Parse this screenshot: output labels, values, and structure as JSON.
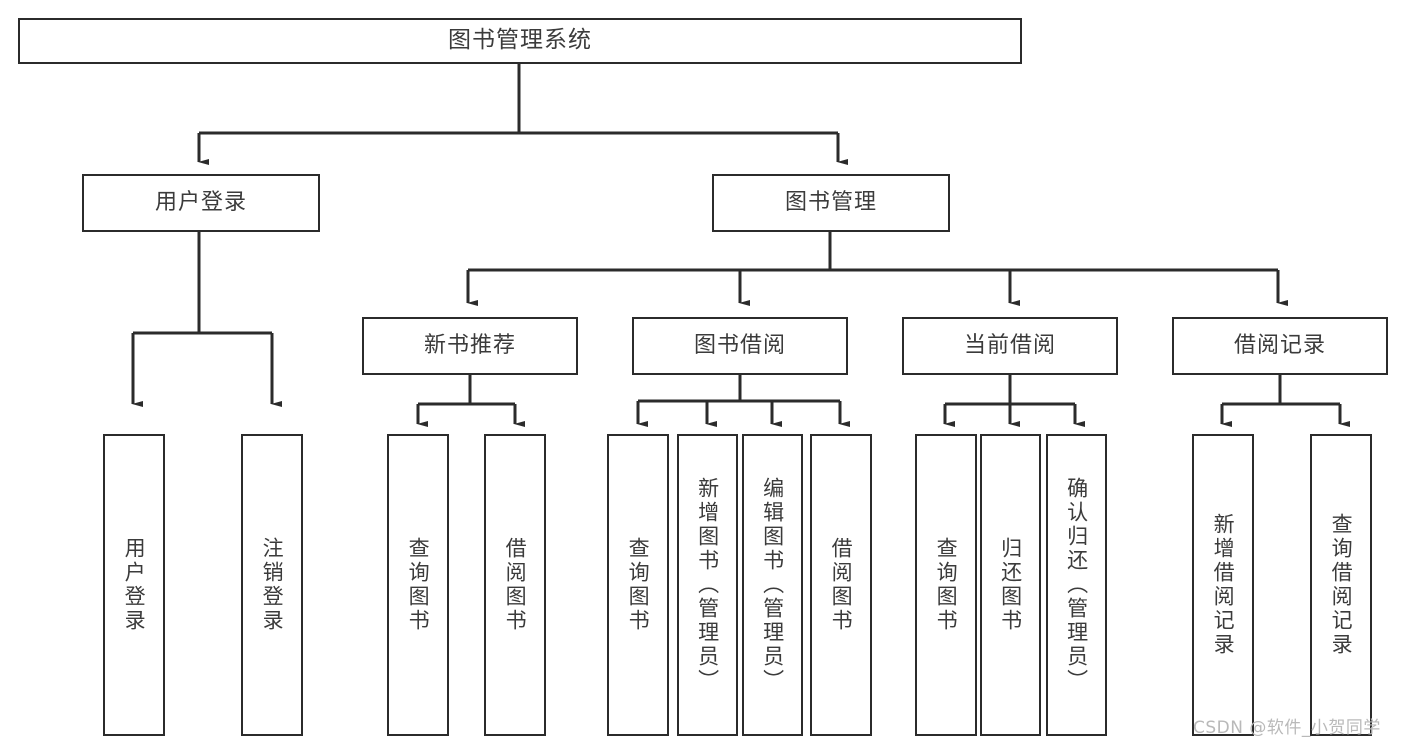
{
  "diagram": {
    "title": "图书管理系统",
    "type": "tree-hierarchy",
    "levels": {
      "root": {
        "label": "图书管理系统"
      },
      "level1": [
        {
          "id": "user-login",
          "label": "用户登录"
        },
        {
          "id": "book-management",
          "label": "图书管理"
        }
      ],
      "level2": [
        {
          "id": "new-book-recommend",
          "label": "新书推荐",
          "parent": "book-management"
        },
        {
          "id": "book-borrow",
          "label": "图书借阅",
          "parent": "book-management"
        },
        {
          "id": "current-borrow",
          "label": "当前借阅",
          "parent": "book-management"
        },
        {
          "id": "borrow-record",
          "label": "借阅记录",
          "parent": "book-management"
        }
      ],
      "leaves": [
        {
          "id": "leaf-user-login",
          "label": "用户登录",
          "parent": "user-login"
        },
        {
          "id": "leaf-logout",
          "label": "注销登录",
          "parent": "user-login"
        },
        {
          "id": "leaf-query-book-1",
          "label": "查询图书",
          "parent": "new-book-recommend"
        },
        {
          "id": "leaf-borrow-book-1",
          "label": "借阅图书",
          "parent": "new-book-recommend"
        },
        {
          "id": "leaf-query-book-2",
          "label": "查询图书",
          "parent": "book-borrow"
        },
        {
          "id": "leaf-add-book",
          "label": "新增图书（管理员）",
          "parent": "book-borrow"
        },
        {
          "id": "leaf-edit-book",
          "label": "编辑图书（管理员）",
          "parent": "book-borrow"
        },
        {
          "id": "leaf-borrow-book-2",
          "label": "借阅图书",
          "parent": "book-borrow"
        },
        {
          "id": "leaf-query-book-3",
          "label": "查询图书",
          "parent": "current-borrow"
        },
        {
          "id": "leaf-return-book",
          "label": "归还图书",
          "parent": "current-borrow"
        },
        {
          "id": "leaf-confirm-return",
          "label": "确认归还（管理员）",
          "parent": "current-borrow"
        },
        {
          "id": "leaf-add-record",
          "label": "新增借阅记录",
          "parent": "borrow-record"
        },
        {
          "id": "leaf-query-record",
          "label": "查询借阅记录",
          "parent": "borrow-record"
        }
      ]
    },
    "colors": {
      "stroke": "#2b2b2b",
      "text": "#3b3b3b",
      "background": "#ffffff",
      "watermark": "#b9b9b9"
    }
  },
  "watermark": {
    "text": "CSDN @软件_小贺同学"
  }
}
